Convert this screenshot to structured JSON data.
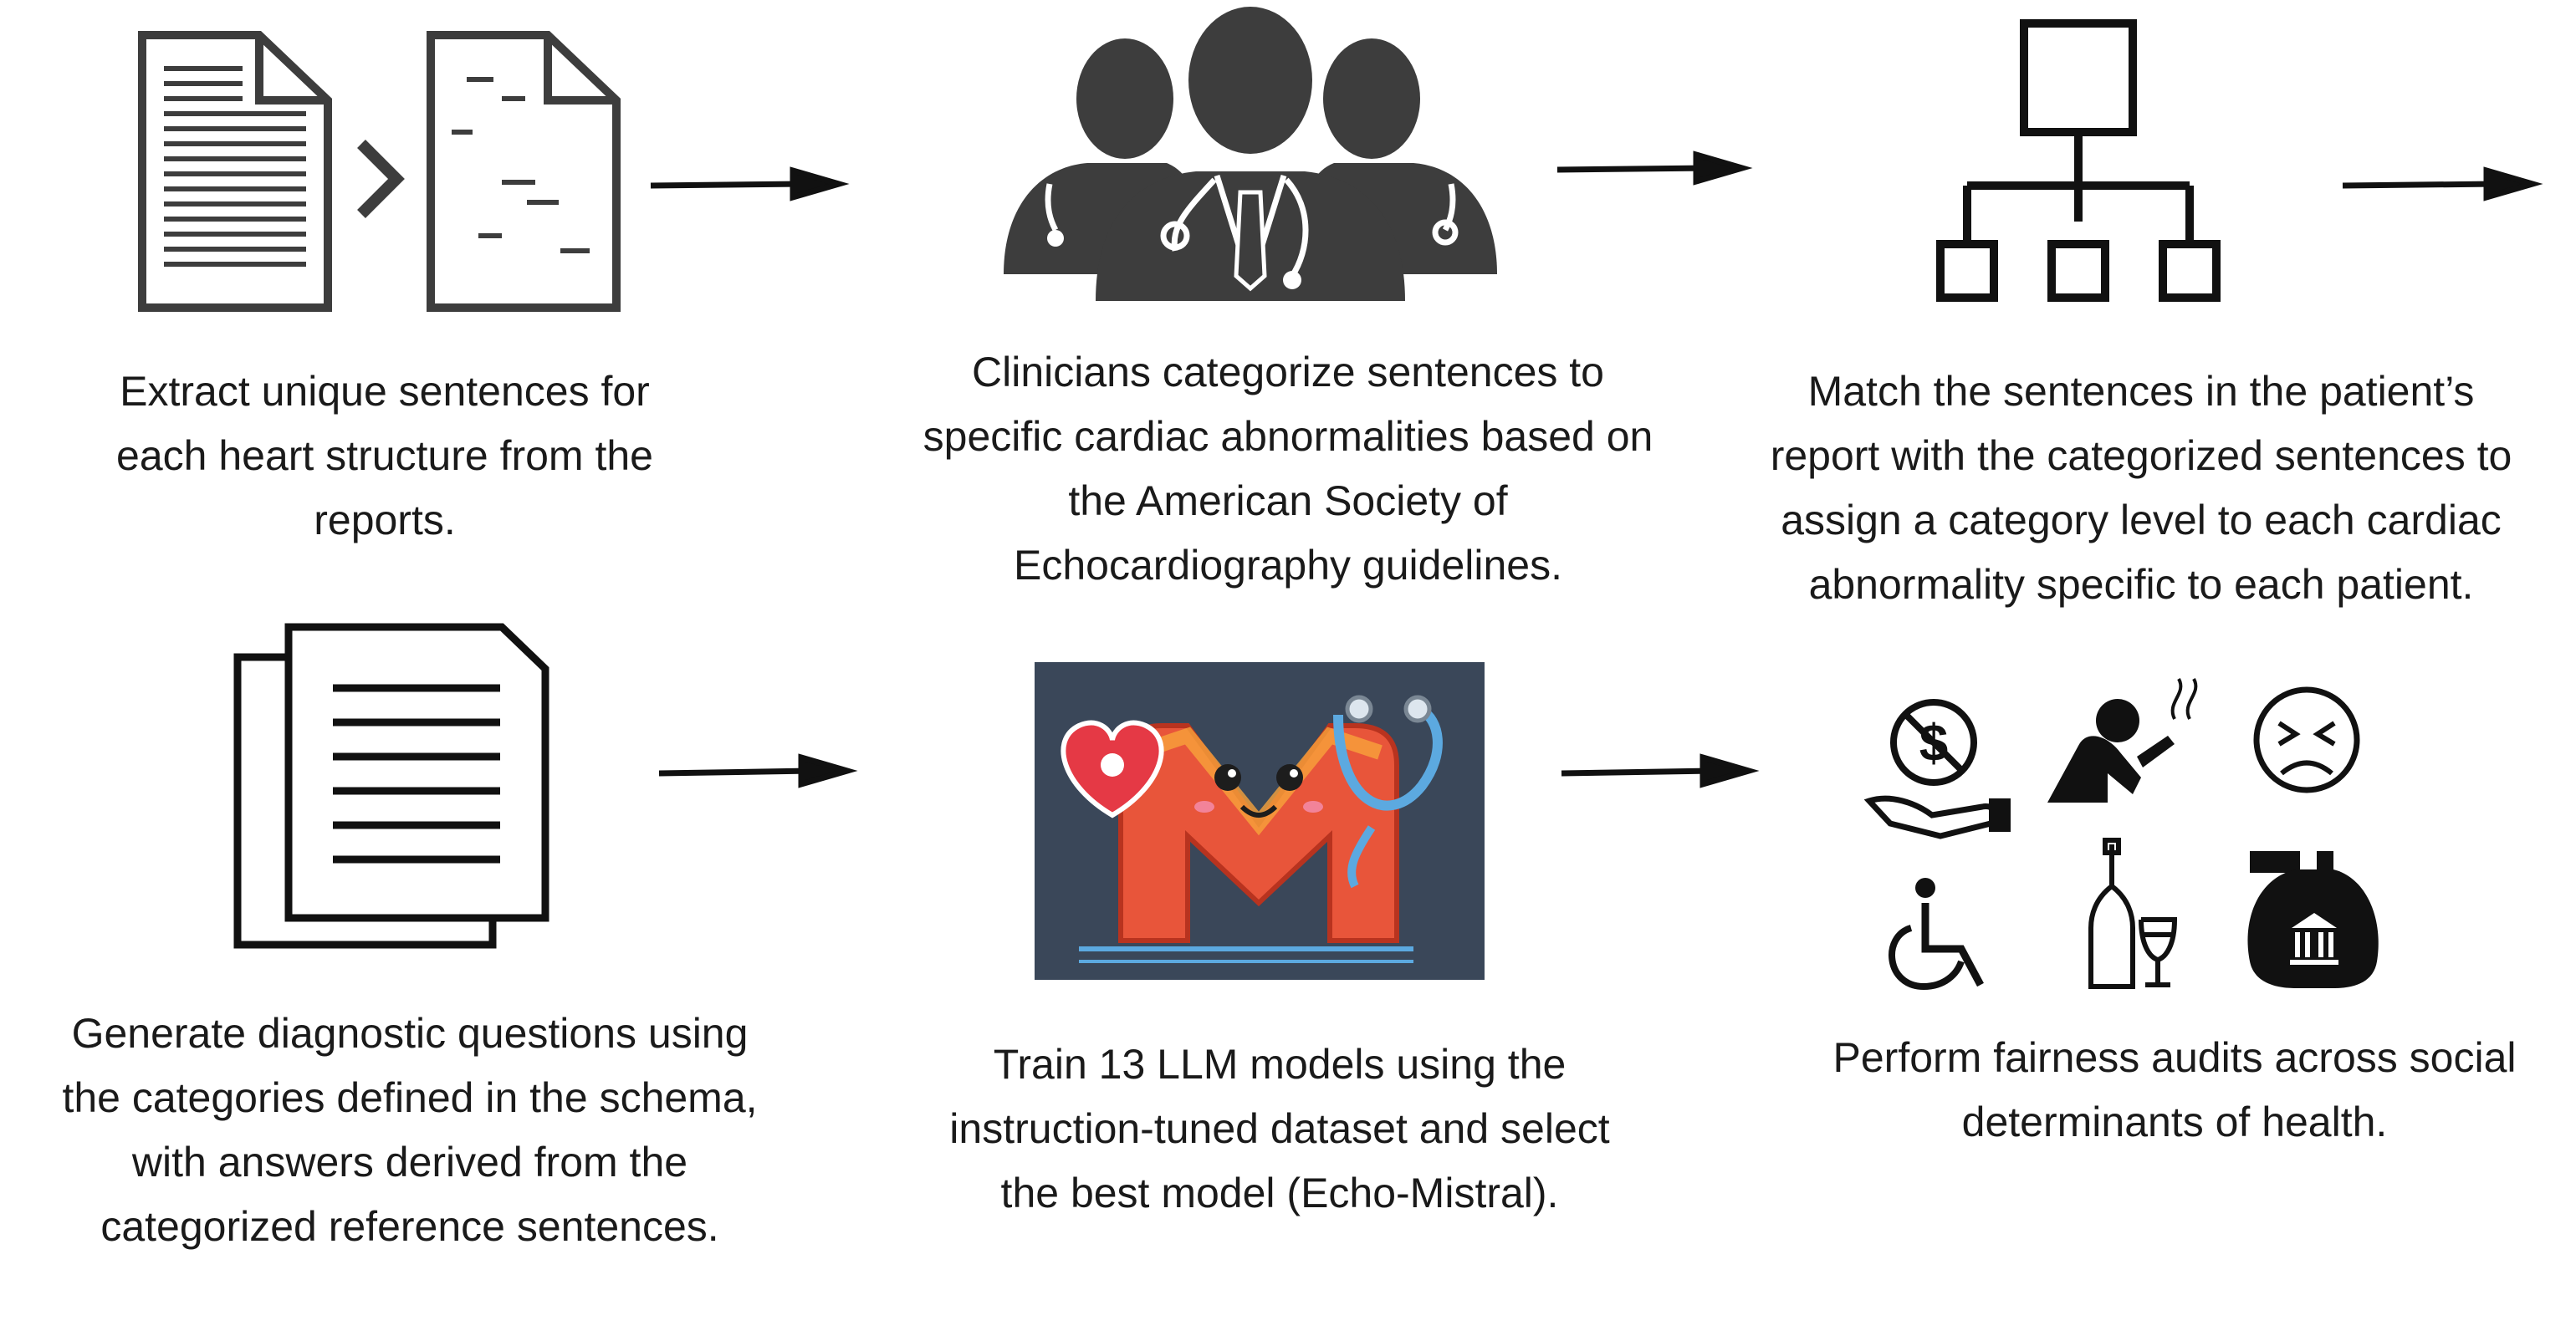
{
  "steps": [
    {
      "id": "extract",
      "icon": "document-extract-icon",
      "caption": "Extract unique sentences for\neach heart structure from the\nreports."
    },
    {
      "id": "categorize",
      "icon": "clinicians-icon",
      "caption": "Clinicians categorize sentences to\nspecific cardiac abnormalities based on\nthe American Society of\nEchocardiography guidelines."
    },
    {
      "id": "match",
      "icon": "hierarchy-icon",
      "caption": "Match the sentences in the patient’s\nreport with the categorized sentences to\nassign a category level to each cardiac\nabnormality specific to each patient."
    },
    {
      "id": "generate",
      "icon": "documents-stack-icon",
      "caption": "Generate diagnostic questions using\nthe categories defined in the schema,\nwith answers derived from the\ncategorized reference sentences."
    },
    {
      "id": "train",
      "icon": "echo-mistral-logo",
      "caption": "Train 13 LLM models using the\ninstruction-tuned dataset and select\nthe best model (Echo-Mistral)."
    },
    {
      "id": "audit",
      "icon": "social-determinants-icons",
      "caption": "Perform fairness audits across social\ndeterminants of health."
    }
  ],
  "colors": {
    "icon": "#3d3d3d",
    "text": "#1a1a1a",
    "logo_bg": "#3a4759",
    "logo_m": "#e8553a",
    "logo_heart": "#e53945",
    "logo_steth": "#5ca9e0"
  }
}
